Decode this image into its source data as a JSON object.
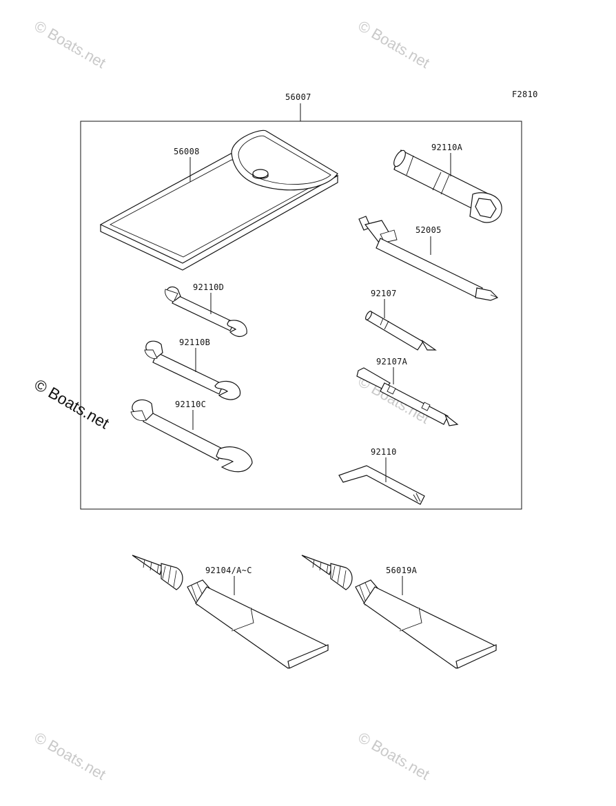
{
  "figure_code": "F2810",
  "labels": {
    "kit": "56007",
    "pouch": "56008",
    "box_wrench": "92110A",
    "bar": "52005",
    "wrench_d": "92110D",
    "driver": "92107",
    "wrench_b": "92110B",
    "driver_a": "92107A",
    "wrench_c": "92110C",
    "hex_key": "92110",
    "grease_1": "92104/A~C",
    "grease_2": "56019A"
  },
  "watermark": {
    "text": "© Boats.net"
  }
}
